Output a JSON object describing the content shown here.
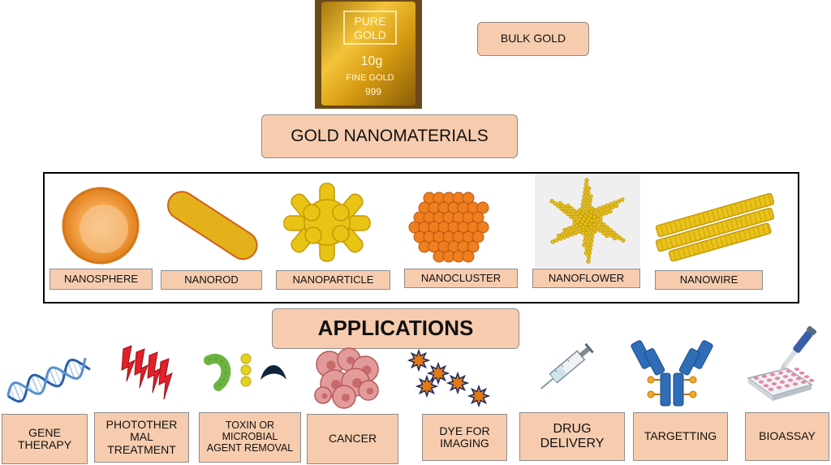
{
  "top": {
    "bar_text": [
      "PURE",
      "GOLD",
      "10g",
      "FINE GOLD",
      "999"
    ],
    "bulk_label": "BULK GOLD"
  },
  "nano_title": "GOLD NANOMATERIALS",
  "nanomaterials": [
    "NANOSPHERE",
    "NANOROD",
    "NANOPARTICLE",
    "NANOCLUSTER",
    "NANOFLOWER",
    "NANOWIRE"
  ],
  "applications_title": "APPLICATIONS",
  "applications": [
    [
      "GENE",
      "THERAPY"
    ],
    [
      "PHOTOTHER",
      "MAL",
      "TREATMENT"
    ],
    [
      "TOXIN OR",
      "MICROBIAL",
      "AGENT REMOVAL"
    ],
    [
      "CANCER"
    ],
    [
      "DYE FOR",
      "IMAGING"
    ],
    [
      "DRUG",
      "DELIVERY"
    ],
    [
      "TARGETTING"
    ],
    [
      "BIOASSAY"
    ]
  ],
  "colors": {
    "box_fill": "#f7ccae",
    "gold": "#e8c21a",
    "orange": "#ef7e1e"
  }
}
